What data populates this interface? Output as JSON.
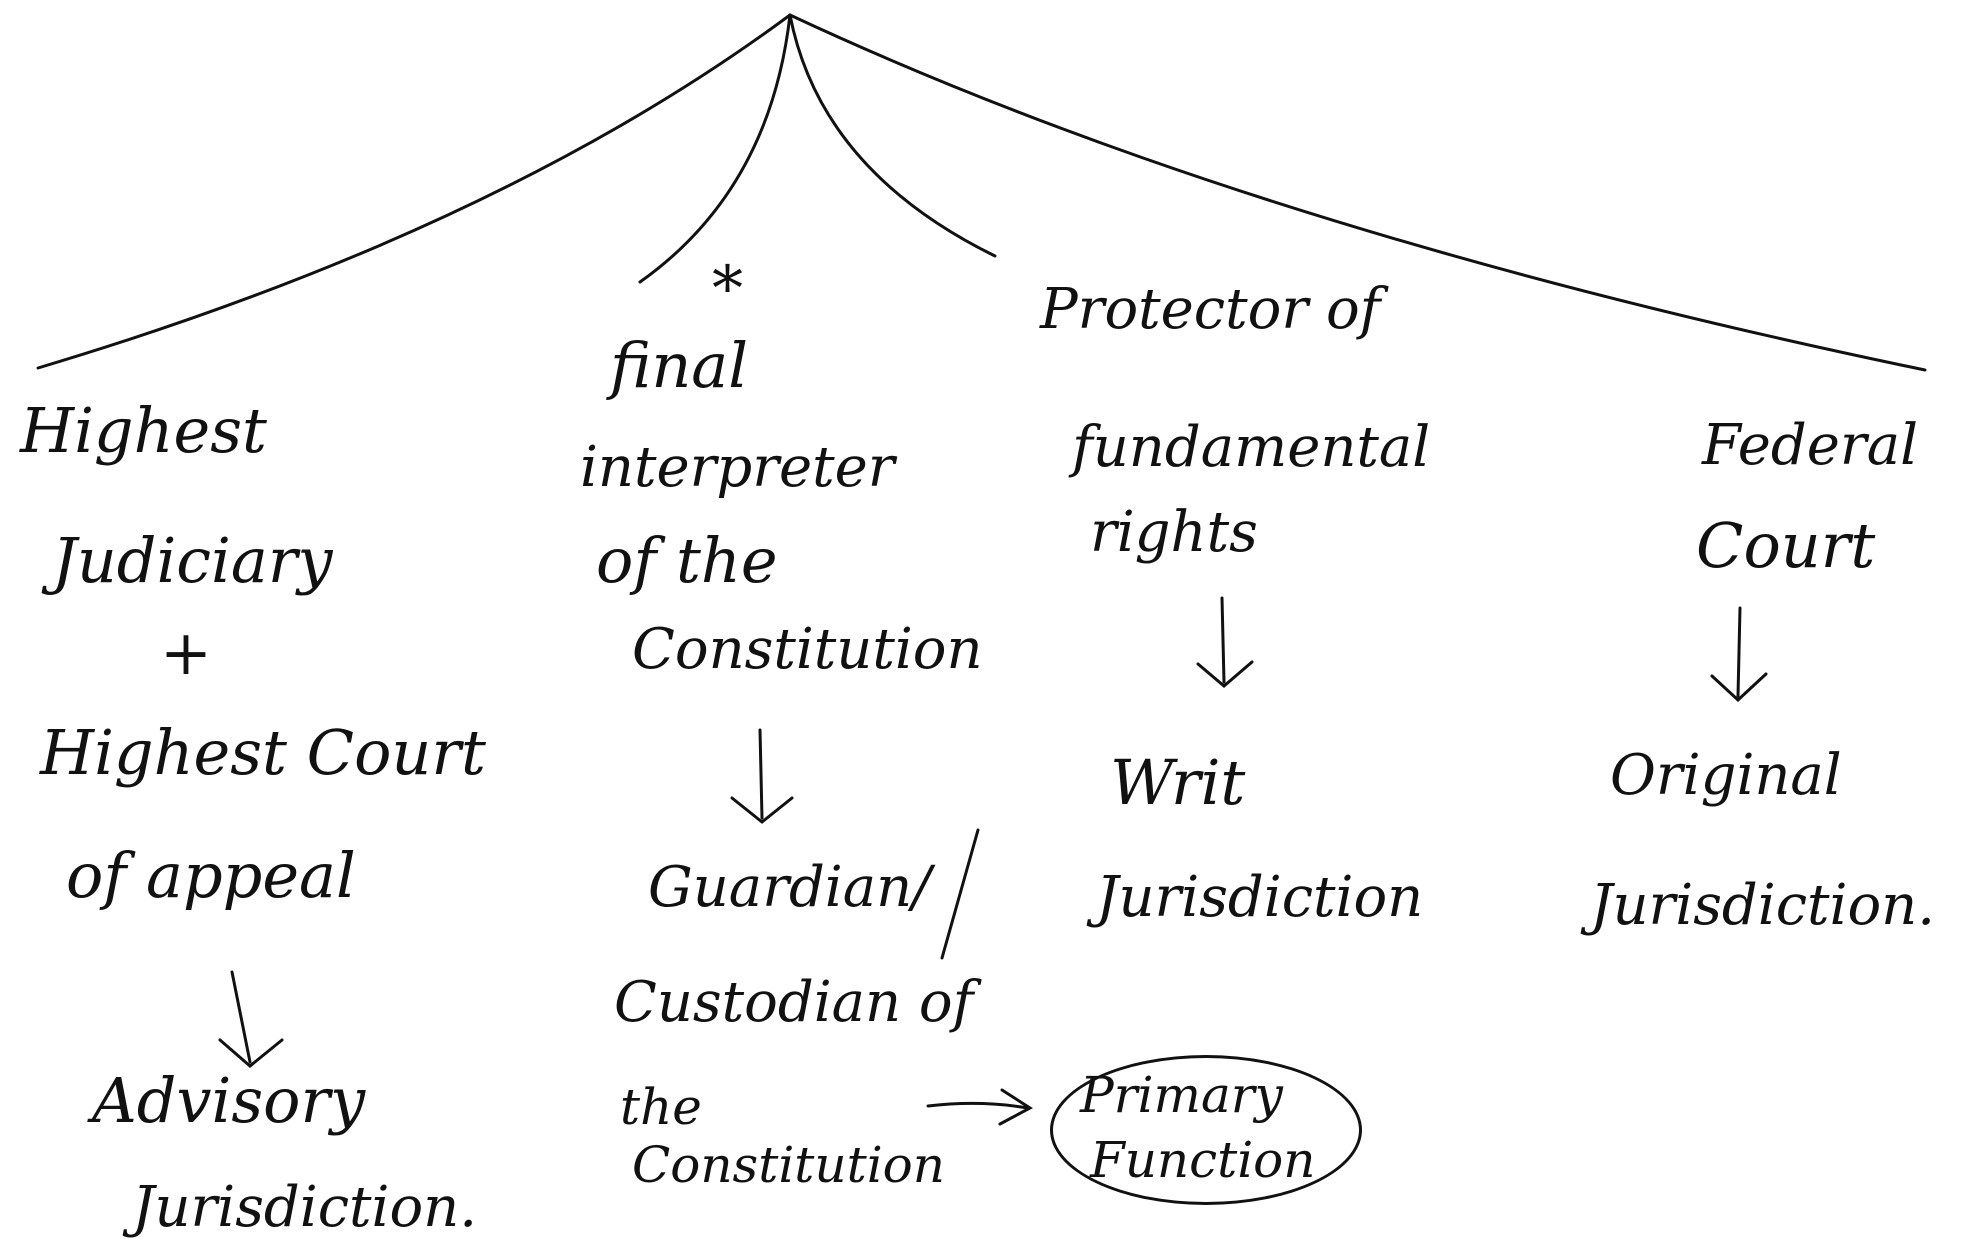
{
  "colors": {
    "ink": "#111111",
    "paper": "#ffffff"
  },
  "branches": [
    {
      "id": "highest-judiciary",
      "lines": [
        "Highest",
        "Judiciary",
        "+",
        "Highest Court",
        "of appeal"
      ],
      "result": [
        "Advisory",
        "Jurisdiction."
      ]
    },
    {
      "id": "final-interpreter",
      "marker": "*",
      "lines": [
        "final",
        "interpreter",
        "of the",
        "Constitution"
      ],
      "result": [
        "Guardian/",
        "Custodian of",
        "the",
        "Constitution"
      ],
      "annotation": [
        "Primary",
        "Function"
      ]
    },
    {
      "id": "protector-rights",
      "lines": [
        "Protector of",
        "fundamental",
        "rights"
      ],
      "result": [
        "Writ",
        "Jurisdiction"
      ]
    },
    {
      "id": "federal-court",
      "lines": [
        "Federal",
        "Court"
      ],
      "result": [
        "Original",
        "Jurisdiction."
      ]
    }
  ]
}
